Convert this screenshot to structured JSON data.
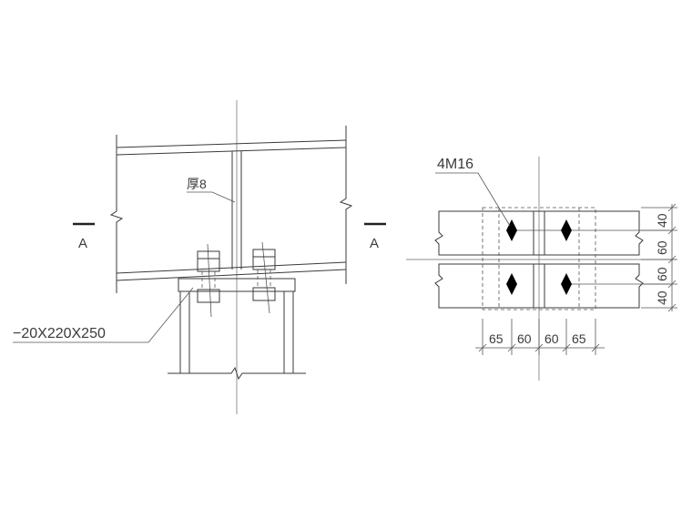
{
  "drawing": {
    "thickness_label": "厚8",
    "plate_label": "−20X220X250",
    "bolt_label": "4M16",
    "section_mark_left": "A",
    "section_mark_right": "A",
    "dim_horizontal": [
      "65",
      "60",
      "60",
      "65"
    ],
    "dim_vertical": [
      "40",
      "60",
      "60",
      "40"
    ]
  },
  "colors": {
    "line": "#3a3a3a",
    "bolt_fill": "#000000",
    "background": "#ffffff"
  }
}
